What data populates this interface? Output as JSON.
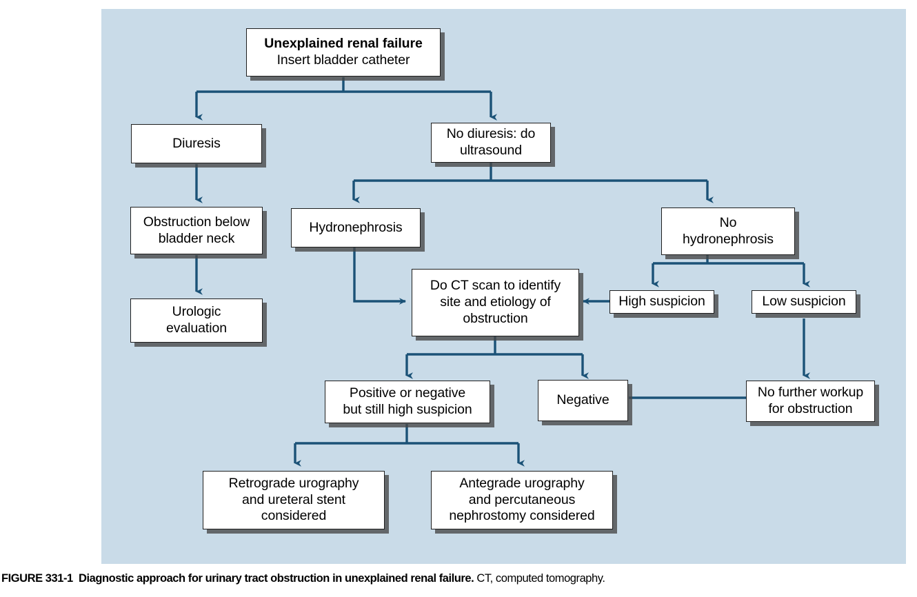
{
  "figure": {
    "panel_color": "#c9dbe8",
    "line_color": "#1b5277",
    "box_border_color": "#1d1d1d",
    "caption_label": "FIGURE 331-1",
    "caption_bold": "Diagnostic approach for urinary tract obstruction in unexplained renal failure.",
    "caption_regular": "CT, computed tomography."
  },
  "nodes": {
    "root": {
      "line1": "Unexplained renal failure",
      "line2": "Insert bladder catheter"
    },
    "diuresis": {
      "line1": "Diuresis"
    },
    "no_diuresis": {
      "line1": "No diuresis: do",
      "line2": "ultrasound"
    },
    "obstruction_below": {
      "line1": "Obstruction below",
      "line2": "bladder neck"
    },
    "urologic": {
      "line1": "Urologic",
      "line2": "evaluation"
    },
    "hydronephrosis": {
      "line1": "Hydronephrosis"
    },
    "no_hydronephrosis": {
      "line1": "No",
      "line2": "hydronephrosis"
    },
    "ct_scan": {
      "line1": "Do CT scan to identify",
      "line2": "site and etiology of",
      "line3": "obstruction"
    },
    "high_suspicion": {
      "line1": "High suspicion"
    },
    "low_suspicion": {
      "line1": "Low suspicion"
    },
    "positive_negative": {
      "line1": "Positive or negative",
      "line2": "but still high suspicion"
    },
    "negative": {
      "line1": "Negative"
    },
    "no_further_workup": {
      "line1": "No further workup",
      "line2": "for obstruction"
    },
    "retrograde": {
      "line1": "Retrograde urography",
      "line2": "and ureteral stent",
      "line3": "considered"
    },
    "antegrade": {
      "line1": "Antegrade urography",
      "line2": "and percutaneous",
      "line3": "nephrostomy considered"
    }
  }
}
